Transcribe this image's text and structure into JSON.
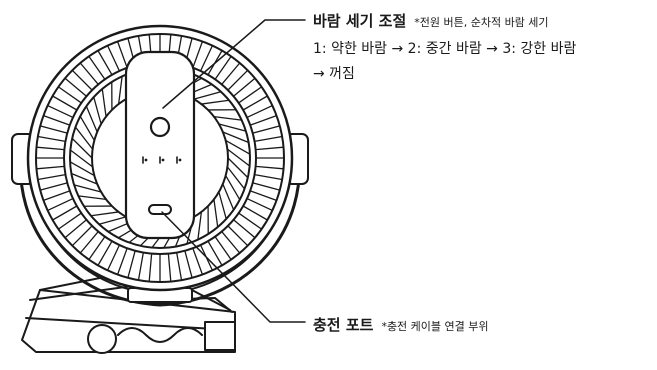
{
  "callouts": {
    "wind_control": {
      "title": "바람 세기 조절",
      "note": "*전원 버튼, 순차적 바람 세기",
      "sequence_line1": "1: 약한 바람 → 2: 중간 바람 → 3: 강한 바람",
      "sequence_line2": "→ 꺼짐"
    },
    "charging_port": {
      "title": "충전 포트",
      "note": "*충전 케이블 연결 부위"
    }
  },
  "colors": {
    "line": "#1a1a1a",
    "fill": "#ffffff"
  },
  "icons": [
    "power-button-icon",
    "speed-indicator-dots-icon",
    "usb-port-icon"
  ]
}
